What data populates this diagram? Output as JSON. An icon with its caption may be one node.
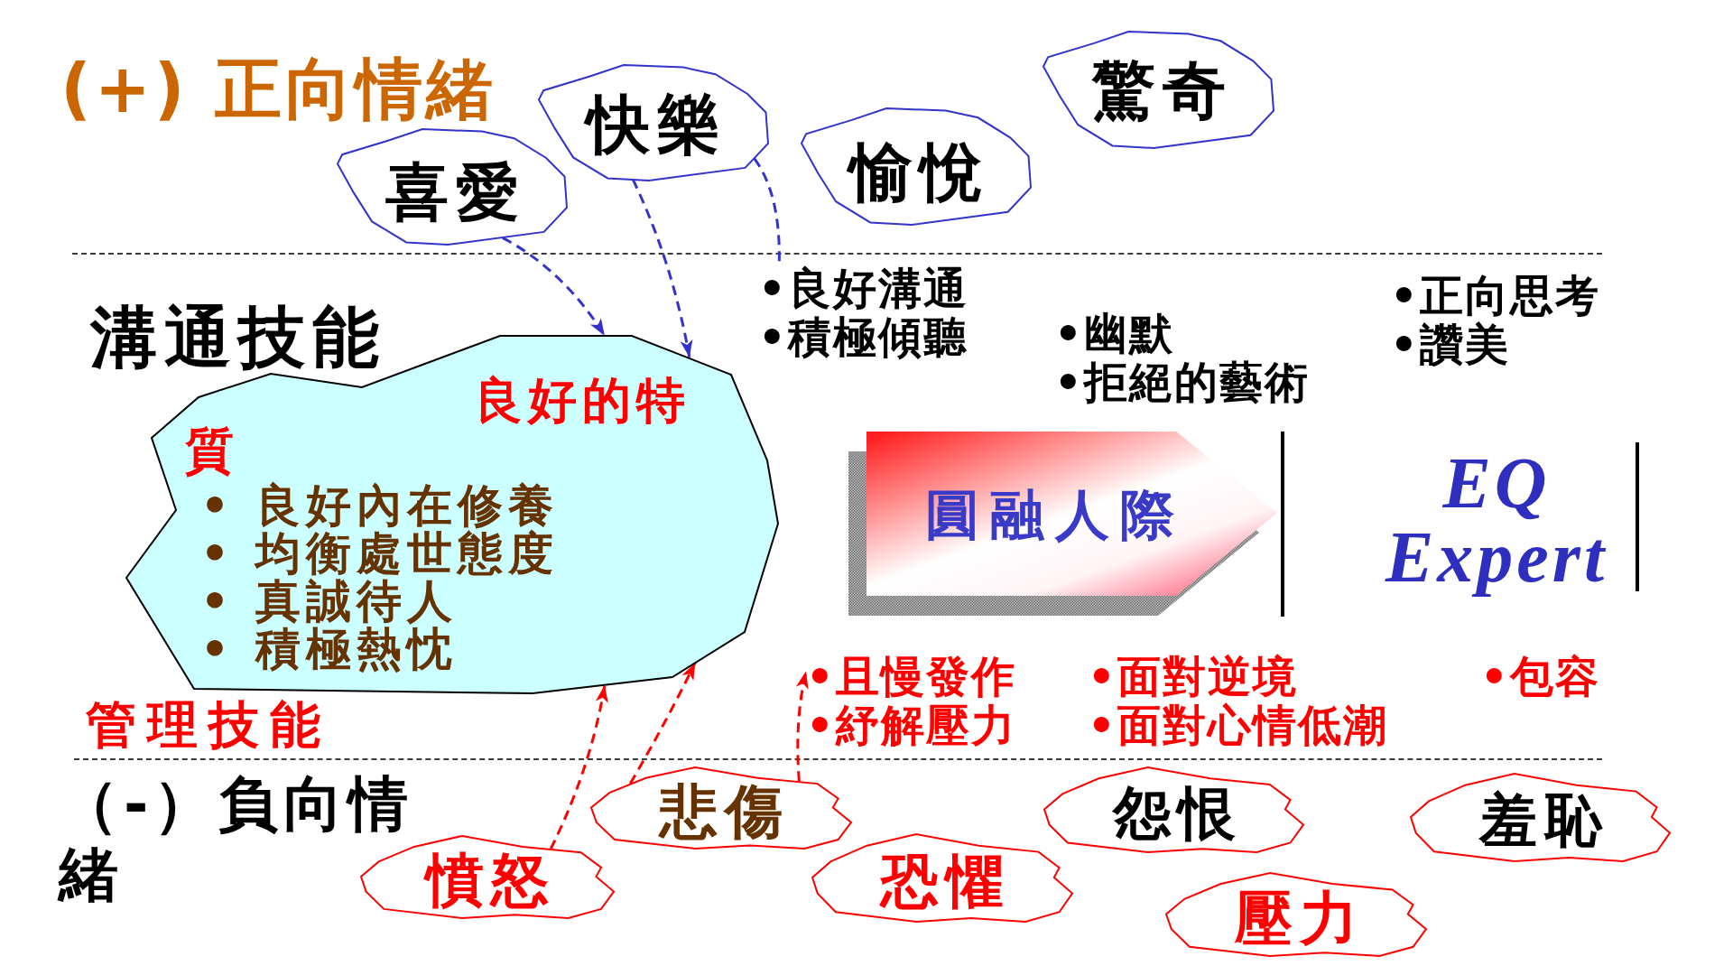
{
  "diagram": {
    "nodes": [
      {
        "text": [
          "喜愛"
        ]
      },
      {
        "text": [
          "快樂"
        ]
      },
      {
        "text": [
          "愉悅"
        ]
      },
      {
        "text": [
          "驚奇"
        ]
      },
      {
        "text": [
          "•良好溝通",
          "•積極傾聽"
        ]
      },
      {
        "text": [
          "良好的特質",
          "• 良好內在修養",
          "• 均衡處世態度",
          "• 真誠待人",
          "• 積極熱忱"
        ]
      },
      {
        "text": [
          "圓融人際"
        ]
      },
      {
        "text": [
          "•且慢發作",
          "•紓解壓力"
        ]
      },
      {
        "text": [
          "憤怒"
        ]
      },
      {
        "text": [
          "悲傷"
        ]
      },
      {
        "text": [
          "怨恨"
        ]
      },
      {
        "text": [
          "羞恥"
        ]
      },
      {
        "text": [
          "恐懼"
        ]
      },
      {
        "text": [
          "壓力"
        ]
      }
    ],
    "edges": [
      {
        "from": 0,
        "to": 5,
        "arrow": "to",
        "style": "dashed",
        "color": "#3333cc"
      },
      {
        "from": 1,
        "to": 5,
        "arrow": "to",
        "style": "dashed",
        "color": "#3333cc"
      },
      {
        "from": 1,
        "to": 4,
        "arrow": "none",
        "style": "dashed",
        "color": "#3333cc"
      },
      {
        "from": 8,
        "to": 5,
        "arrow": "to",
        "style": "dashed",
        "color": "#ff0000"
      },
      {
        "from": 9,
        "to": 5,
        "arrow": "to",
        "style": "dashed",
        "color": "#ff0000"
      },
      {
        "from": 9,
        "to": 7,
        "arrow": "to",
        "style": "dashed",
        "color": "#ff0000"
      }
    ],
    "labels": [
      "(+) 正向情緒",
      "溝通技能",
      "•幽默",
      "•拒絕的藝術",
      "•正向思考",
      "•讚美",
      "EQ Expert",
      "管理技能",
      "•面對逆境",
      "•面對心情低潮",
      "•包容",
      "（-）負向情緒"
    ]
  }
}
